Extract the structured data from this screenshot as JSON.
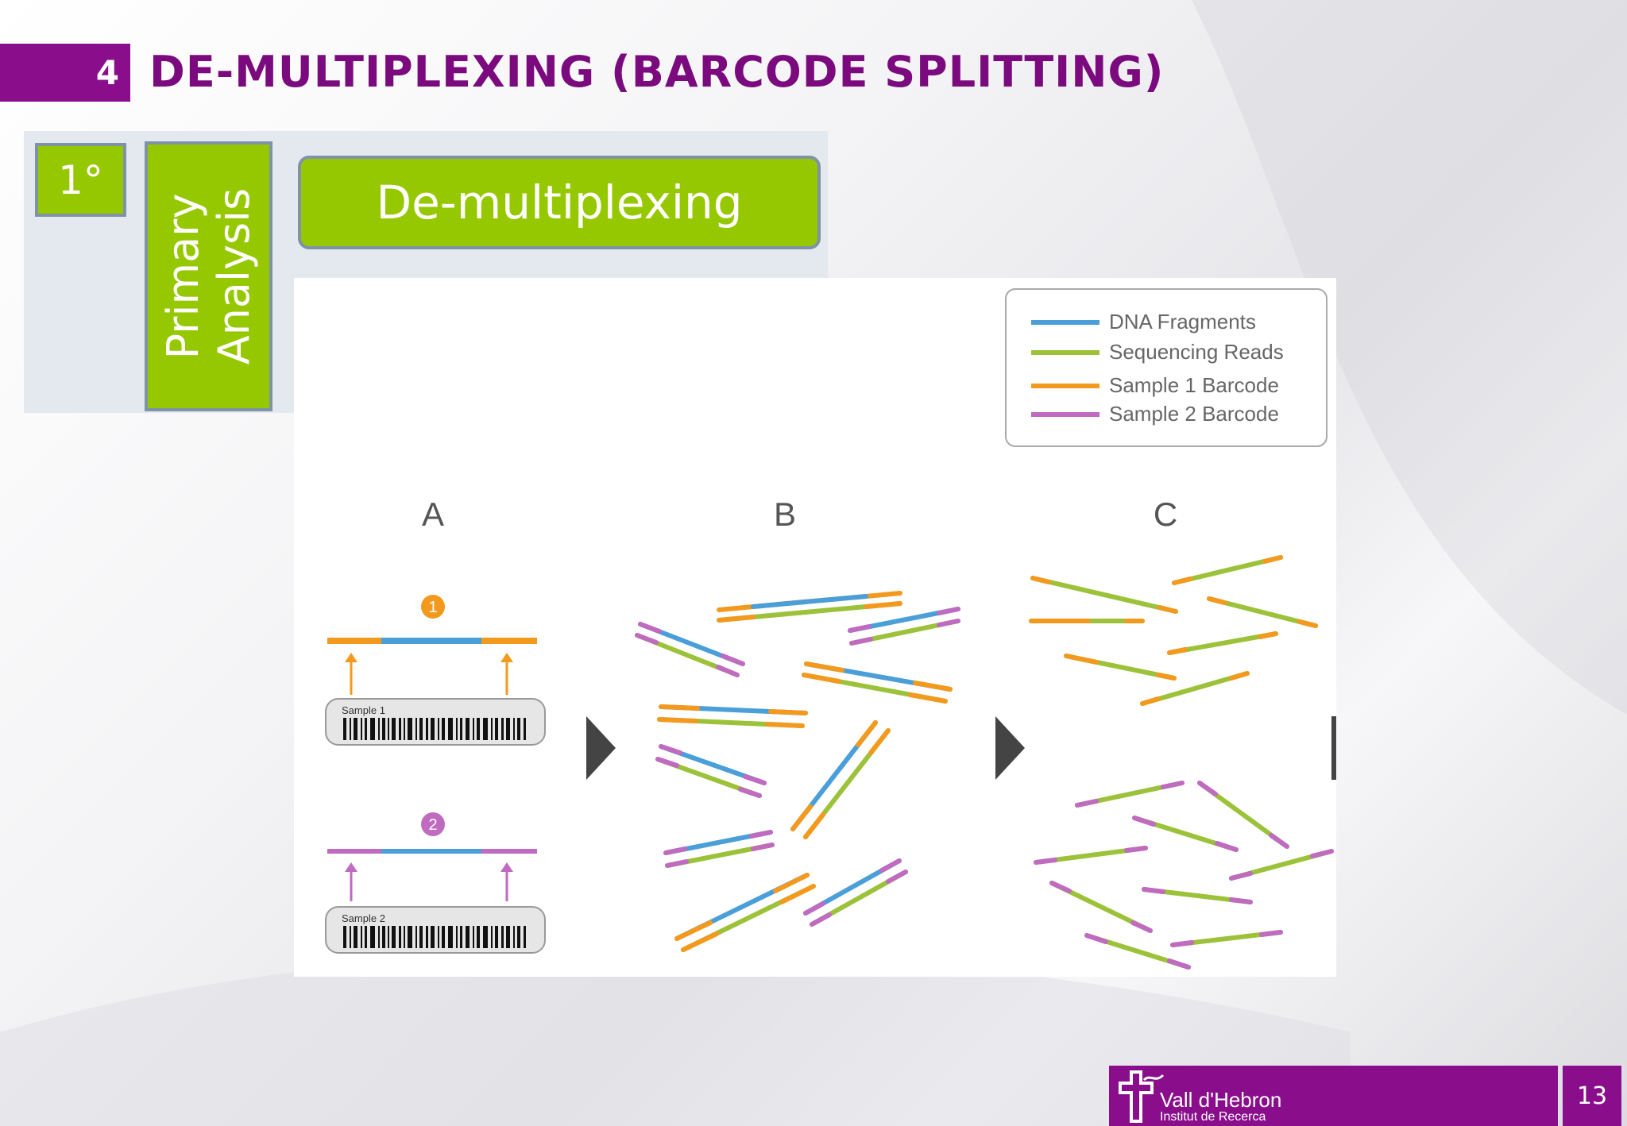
{
  "header": {
    "section_number": "4",
    "title": "DE-MULTIPLEXING (BARCODE SPLITTING)"
  },
  "workflow": {
    "step": "1°",
    "category_line1": "Primary",
    "category_line2": "Analysis",
    "stage": "De-multiplexing"
  },
  "figure": {
    "legend": [
      "DNA Fragments",
      "Sequencing Reads",
      "Sample 1 Barcode",
      "Sample 2 Barcode"
    ],
    "panels": [
      "A",
      "B",
      "C"
    ],
    "markers": [
      "1",
      "2"
    ],
    "barcode_labels": [
      "Sample 1",
      "Sample 2"
    ]
  },
  "colors": {
    "dna": "#4a9fd8",
    "reads": "#9cc23a",
    "sample1": "#f39a1e",
    "sample2": "#c06ac0",
    "accent": "#8a0e8c",
    "stage": "#96c800"
  },
  "footer": {
    "logo_name": "Vall d'Hebron",
    "logo_subtitle": "Institut de Recerca",
    "page_number": "13"
  }
}
